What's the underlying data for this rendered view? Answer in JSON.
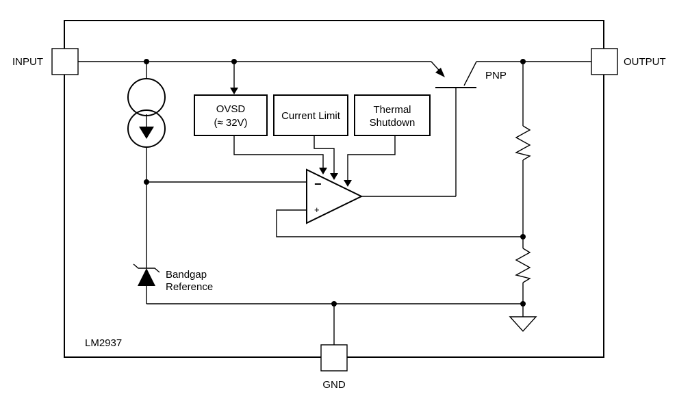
{
  "pins": {
    "input": "INPUT",
    "output": "OUTPUT",
    "gnd": "GND"
  },
  "blocks": {
    "ovsd_line1": "OVSD",
    "ovsd_line2": "(≈ 32V)",
    "current_limit": "Current Limit",
    "thermal_line1": "Thermal",
    "thermal_line2": "Shutdown"
  },
  "transistor": {
    "label": "PNP"
  },
  "amplifier": {
    "minus": "−",
    "plus": "+"
  },
  "reference": {
    "line1": "Bandgap",
    "line2": "Reference"
  },
  "part_number": "LM2937"
}
